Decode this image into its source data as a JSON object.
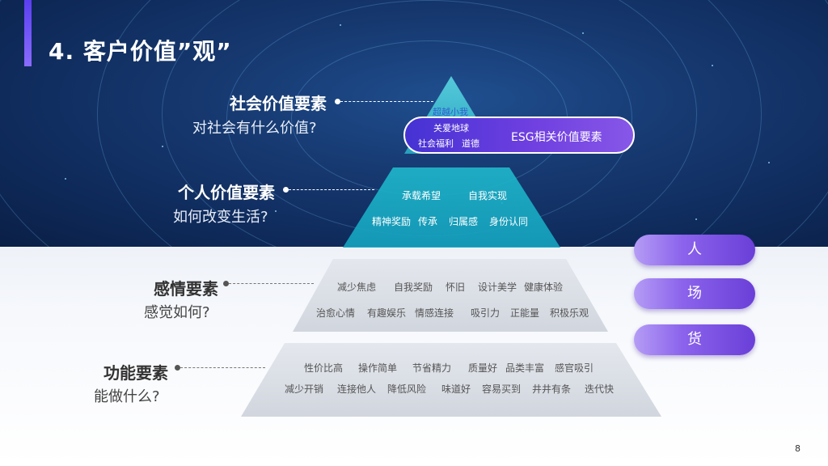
{
  "slide": {
    "title": "4. 客户价值”观”",
    "page_number": "8"
  },
  "levels": {
    "social": {
      "label": "社会价值要素",
      "question": "对社会有什么价值?"
    },
    "personal": {
      "label": "个人价值要素",
      "question": "如何改变生活?"
    },
    "emotional": {
      "label": "感情要素",
      "question": "感觉如何?"
    },
    "functional": {
      "label": "功能要素",
      "question": "能做什么?"
    }
  },
  "pyramid": {
    "top_keyword": "超越小我",
    "esg": {
      "kw1": "关爱地球",
      "kw2": "社会福利",
      "kw3": "道德",
      "label": "ESG相关价值要素"
    },
    "personal_row1": [
      "承载希望",
      "自我实现"
    ],
    "personal_row2": [
      "精神奖励",
      "传承",
      "归属感",
      "身份认同"
    ],
    "emotional_row1": [
      "减少焦虑",
      "自我奖励",
      "怀旧",
      "设计美学",
      "健康体验"
    ],
    "emotional_row2": [
      "治愈心情",
      "有趣娱乐",
      "情感连接",
      "吸引力",
      "正能量",
      "积极乐观"
    ],
    "functional_row1": [
      "性价比高",
      "操作简单",
      "节省精力",
      "质量好",
      "品类丰富",
      "感官吸引"
    ],
    "functional_row2": [
      "减少开销",
      "连接他人",
      "降低风险",
      "味道好",
      "容易买到",
      "井井有条",
      "迭代快"
    ]
  },
  "side_buttons": [
    "人",
    "场",
    "货"
  ],
  "colors": {
    "accent": "#6a3fd8",
    "tri_top": "#1fb6c8",
    "tri_light": "#d9dde4"
  }
}
